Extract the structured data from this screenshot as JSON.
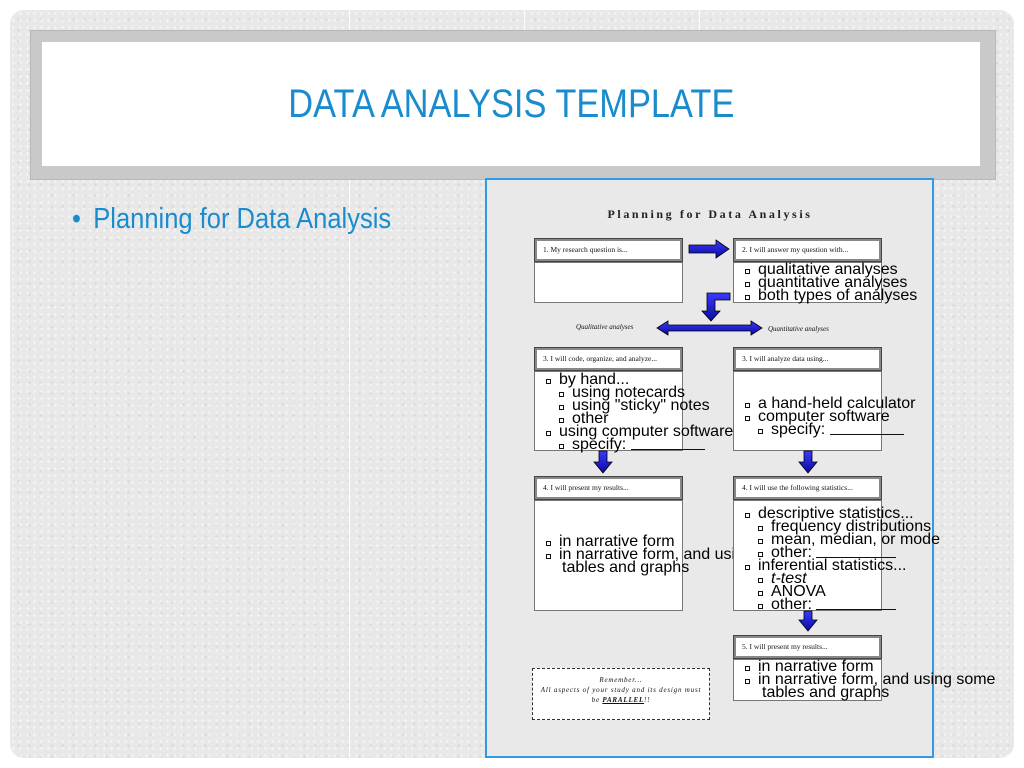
{
  "slide": {
    "title": "DATA ANALYSIS TEMPLATE",
    "bullet": "Planning for Data Analysis",
    "accent_color": "#1a8ccd"
  },
  "document": {
    "title": "Planning for Data Analysis",
    "box1": {
      "label": "1.  My research question is..."
    },
    "box2": {
      "label": "2.  I will answer my question with...",
      "options": [
        "qualitative analyses",
        "quantitative analyses",
        "both types of analyses"
      ]
    },
    "branch_left": "Qualitative analyses",
    "branch_right": "Quantitative analyses",
    "box3_qual": {
      "label": "3.  I will code, organize, and analyze...",
      "options": [
        "by hand...",
        "using notecards",
        "using \"sticky\" notes",
        "other",
        "using computer software...",
        "specify:"
      ]
    },
    "box3_quant": {
      "label": "3.  I will analyze data using...",
      "options": [
        "a hand-held calculator",
        "computer software",
        "specify:"
      ]
    },
    "box4_qual": {
      "label": "4.  I will present my results...",
      "options": [
        "in narrative form",
        "in narrative form, and using some",
        "tables and graphs"
      ]
    },
    "box4_quant": {
      "label": "4.  I will use the following statistics...",
      "options": [
        "descriptive statistics...",
        "frequency distributions",
        "mean, median, or mode",
        "other:",
        "inferential statistics...",
        "t-test",
        "ANOVA",
        "other:"
      ]
    },
    "box5_quant": {
      "label": "5.  I will present my results...",
      "options": [
        "in narrative form",
        "in narrative form, and using some",
        "tables and graphs"
      ]
    },
    "remember": {
      "line1": "Remember...",
      "line2": "All aspects of your study and its design must",
      "line3_prefix": "be ",
      "line3_emph": "PARALLEL",
      "line3_suffix": "!!"
    },
    "arrow_color": "#1414c8"
  }
}
